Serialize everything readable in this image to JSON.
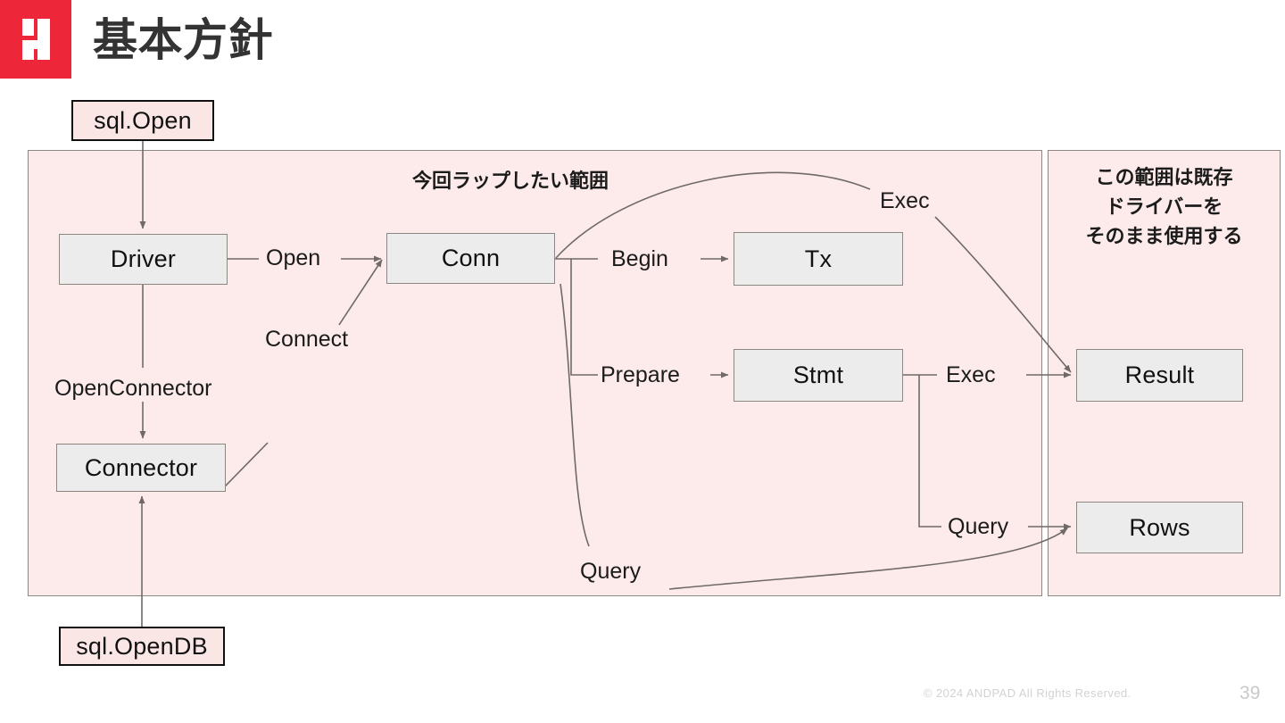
{
  "header": {
    "title": "基本方針",
    "logo_icon": "andpad-logo-icon",
    "logo_color": "#ED2739"
  },
  "panels": {
    "wrap": {
      "caption": "今回ラップしたい範囲",
      "fill": "#FDEBEB",
      "border": "#8C8781"
    },
    "existing": {
      "caption_lines": [
        "この範囲は既存",
        "ドライバーを",
        "そのまま使用する"
      ],
      "caption": "この範囲は既存ドライバーをそのまま使用する",
      "fill": "#FDEBEB",
      "border": "#8C8781"
    }
  },
  "nodes": {
    "sql_open": "sql.Open",
    "sql_opendb": "sql.OpenDB",
    "driver": "Driver",
    "connector": "Connector",
    "conn": "Conn",
    "tx": "Tx",
    "stmt": "Stmt",
    "result": "Result",
    "rows": "Rows",
    "fill": "#ECECEC",
    "entry_fill": "#FBE6E6",
    "border": "#8C8781",
    "entry_border": "#111111"
  },
  "edges": {
    "open": "Open",
    "connect": "Connect",
    "open_connector": "OpenConnector",
    "begin": "Begin",
    "prepare": "Prepare",
    "exec_conn_result": "Exec",
    "exec_stmt_result": "Exec",
    "query_stmt_rows": "Query",
    "query_conn_rows": "Query"
  },
  "footer": {
    "copyright": "© 2024 ANDPAD All Rights Reserved.",
    "page_number": "39"
  },
  "chart_data": {
    "type": "diagram",
    "title": "基本方針",
    "nodes": [
      {
        "id": "sql.Open",
        "label": "sql.Open",
        "group": "entry"
      },
      {
        "id": "sql.OpenDB",
        "label": "sql.OpenDB",
        "group": "entry"
      },
      {
        "id": "Driver",
        "label": "Driver",
        "group": "wrap"
      },
      {
        "id": "Connector",
        "label": "Connector",
        "group": "wrap"
      },
      {
        "id": "Conn",
        "label": "Conn",
        "group": "wrap"
      },
      {
        "id": "Tx",
        "label": "Tx",
        "group": "wrap"
      },
      {
        "id": "Stmt",
        "label": "Stmt",
        "group": "wrap"
      },
      {
        "id": "Result",
        "label": "Result",
        "group": "existing"
      },
      {
        "id": "Rows",
        "label": "Rows",
        "group": "existing"
      }
    ],
    "links": [
      {
        "from": "sql.Open",
        "to": "Driver",
        "label": ""
      },
      {
        "from": "Driver",
        "to": "Conn",
        "label": "Open"
      },
      {
        "from": "Driver",
        "to": "Connector",
        "label": "OpenConnector"
      },
      {
        "from": "Connector",
        "to": "Conn",
        "label": "Connect"
      },
      {
        "from": "sql.OpenDB",
        "to": "Connector",
        "label": ""
      },
      {
        "from": "Conn",
        "to": "Tx",
        "label": "Begin"
      },
      {
        "from": "Conn",
        "to": "Stmt",
        "label": "Prepare"
      },
      {
        "from": "Conn",
        "to": "Result",
        "label": "Exec"
      },
      {
        "from": "Conn",
        "to": "Rows",
        "label": "Query"
      },
      {
        "from": "Stmt",
        "to": "Result",
        "label": "Exec"
      },
      {
        "from": "Stmt",
        "to": "Rows",
        "label": "Query"
      }
    ],
    "groups": [
      {
        "id": "wrap",
        "label": "今回ラップしたい範囲"
      },
      {
        "id": "existing",
        "label": "この範囲は既存ドライバーをそのまま使用する"
      }
    ]
  }
}
